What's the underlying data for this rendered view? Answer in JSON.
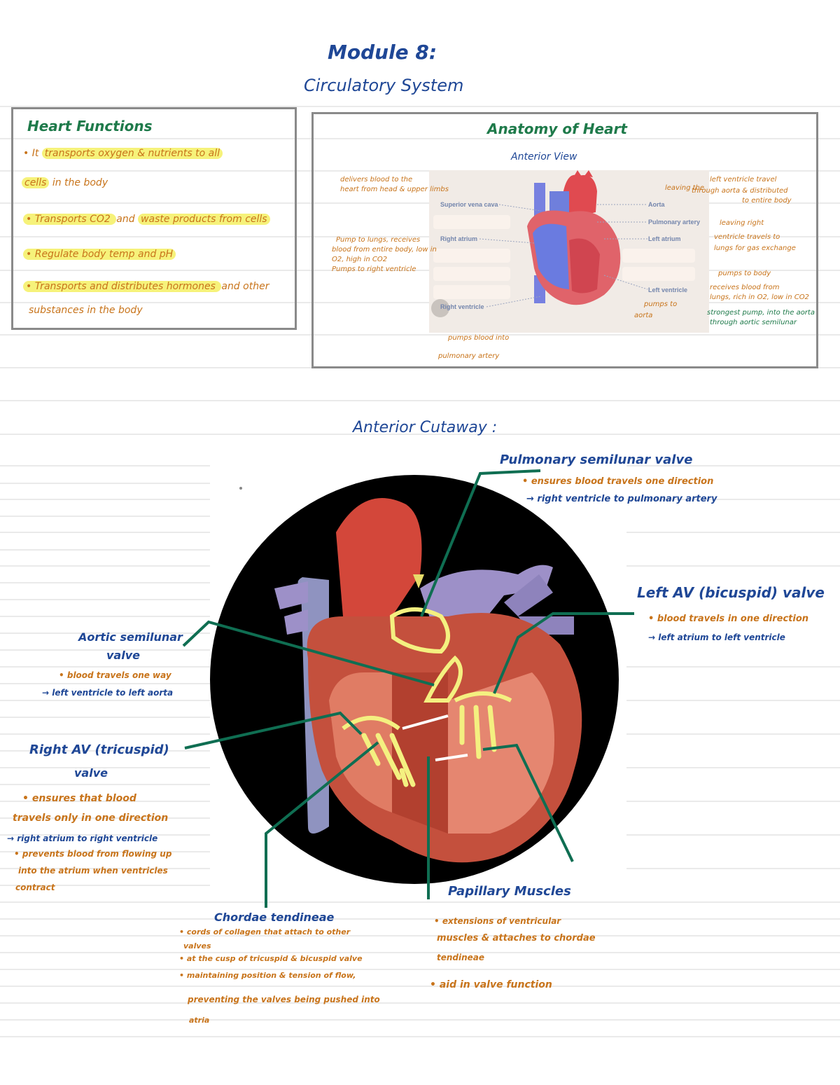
{
  "title": {
    "line1": "Module 8:",
    "line2": "Circulatory System"
  },
  "heart_functions": {
    "heading": "Heart Functions",
    "bullets": [
      {
        "bullet": "•",
        "lead": "It",
        "highlight": "transports oxygen & nutrients to all",
        "cont_highlight": "cells",
        "cont": "in the body"
      },
      {
        "bullet": "•",
        "highlight": "Transports CO2",
        "mid": "and",
        "highlight2": "waste products from cells"
      },
      {
        "bullet": "•",
        "highlight": "Regulate body temp and pH"
      },
      {
        "bullet": "•",
        "highlight": "Transports and distributes hormones",
        "tail": "and other",
        "cont": "substances in the body"
      }
    ]
  },
  "anatomy": {
    "heading": "Anatomy of Heart",
    "subheading": "Anterior View",
    "labels": {
      "svc": "Superior vena cava",
      "ra": "Right atrium",
      "rv": "Right ventricle",
      "aorta": "Aorta",
      "pa": "Pulmonary artery",
      "la": "Left atrium",
      "lv": "Left ventricle"
    },
    "annotations": {
      "svc_1": "delivers blood to the",
      "svc_2": "heart from head & upper limbs",
      "ra_1": "Pump to lungs, receives",
      "ra_2": "blood from entire body, low in",
      "ra_3": "O2, high in CO2",
      "ra_4": "Pumps to right ventricle",
      "rv_1": "pumps blood into",
      "rv_2": "pulmonary artery",
      "aorta_1": "leaving the",
      "aorta_2": "left ventricle travel",
      "aorta_3": "through aorta & distributed",
      "aorta_4": "to entire body",
      "pa_1": "leaving right",
      "pa_2": "ventricle travels to",
      "pa_3": "lungs for gas exchange",
      "la_1": "pumps to body",
      "la_2": "receives blood from",
      "la_3": "lungs, rich in O2, low in CO2",
      "lv_1": "pumps to",
      "lv_2": "aorta",
      "lv_3": "strongest pump, into the aorta",
      "lv_4": "through aortic semilunar"
    }
  },
  "cutaway": {
    "heading": "Anterior Cutaway :",
    "pulmonary": {
      "title": "Pulmonary semilunar valve",
      "l1": "• ensures blood travels one direction",
      "l2": "→ right ventricle to pulmonary artery"
    },
    "left_av": {
      "title": "Left AV (bicuspid) valve",
      "l1": "• blood travels in one direction",
      "l2": "→ left atrium to left ventricle"
    },
    "aortic": {
      "title1": "Aortic semilunar",
      "title2": "valve",
      "l1": "• blood travels one way",
      "l2": "→ left ventricle to left aorta"
    },
    "right_av": {
      "title1": "Right AV (tricuspid)",
      "title2": "valve",
      "l1": "• ensures that blood",
      "l2": "travels only in one direction",
      "l3": "→ right atrium to right ventricle",
      "l4": "• prevents blood from flowing up",
      "l5": "into the atrium when ventricles",
      "l6": "contract"
    },
    "chordae": {
      "title": "Chordae tendineae",
      "l1": "• cords of collagen that attach to other",
      "l2": "valves",
      "l3": "• at the cusp of tricuspid & bicuspid valve",
      "l4": "• maintaining position & tension of flow,",
      "l5": "preventing the valves being pushed into",
      "l6": "atria"
    },
    "papillary": {
      "title": "Papillary Muscles",
      "l1": "• extensions of ventricular",
      "l2": "muscles & attaches to chordae",
      "l3": "tendineae",
      "l4": "• aid in valve function"
    }
  },
  "colors": {
    "blue_ink": "#1f4796",
    "green_ink": "#1e7a4a",
    "orange_ink": "#c8741b",
    "highlight": "#f6f27a",
    "leader": "#0f6e52",
    "valve": "#f4f080"
  }
}
